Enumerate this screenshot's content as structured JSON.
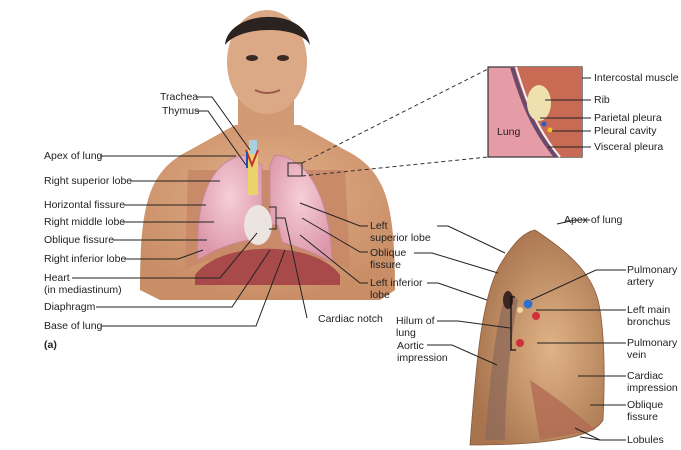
{
  "figure_label": "(a)",
  "left_labels": {
    "trachea": "Trachea",
    "thymus": "Thymus",
    "apex_of_lung": "Apex of lung",
    "right_superior_lobe": "Right superior lobe",
    "horizontal_fissure": "Horizontal fissure",
    "right_middle_lobe": "Right middle lobe",
    "oblique_fissure": "Oblique fissure",
    "right_inferior_lobe": "Right inferior lobe",
    "heart": "Heart",
    "heart_sub": "(in mediastinum)",
    "diaphragm": "Diaphragm",
    "base_of_lung": "Base of lung"
  },
  "middle_labels": {
    "left_superior_lobe_1": "Left",
    "left_superior_lobe_2": "superior lobe",
    "oblique_fissure_1": "Oblique",
    "oblique_fissure_2": "fissure",
    "left_inferior_lobe_1": "Left inferior",
    "left_inferior_lobe_2": "lobe",
    "cardiac_notch": "Cardiac notch",
    "hilum_1": "Hilum of",
    "hilum_2": "lung",
    "aortic_1": "Aortic",
    "aortic_2": "impression"
  },
  "inset_labels": {
    "lung": "Lung",
    "intercostal_muscle": "Intercostal muscle",
    "rib": "Rib",
    "parietal_pleura": "Parietal pleura",
    "pleural_cavity": "Pleural cavity",
    "visceral_pleura": "Visceral pleura"
  },
  "specimen_labels": {
    "apex_of_lung": "Apex of lung",
    "pulmonary_artery_1": "Pulmonary",
    "pulmonary_artery_2": "artery",
    "left_main_bronchus_1": "Left main",
    "left_main_bronchus_2": "bronchus",
    "pulmonary_vein_1": "Pulmonary",
    "pulmonary_vein_2": "vein",
    "cardiac_impression_1": "Cardiac",
    "cardiac_impression_2": "impression",
    "oblique_fissure_1": "Oblique",
    "oblique_fissure_2": "fissure",
    "lobules": "Lobules"
  },
  "colors": {
    "skin": "#d9a47c",
    "lung_pink": "#eeb8c4",
    "specimen": "#c89a72",
    "artery_blue": "#2f6fcf",
    "vein_red": "#d0303a"
  }
}
